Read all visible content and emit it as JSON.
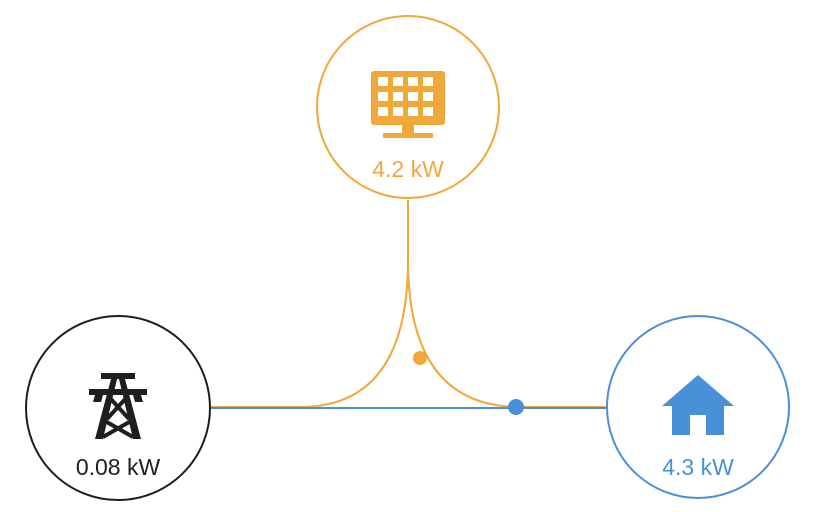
{
  "nodes": {
    "solar": {
      "value": "4.2 kW",
      "icon": "solar-panel-icon",
      "color": "#f1a83a"
    },
    "grid": {
      "value": "0.08 kW",
      "icon": "transmission-tower-icon",
      "color": "#1e1e1e"
    },
    "home": {
      "value": "4.3 kW",
      "icon": "home-icon",
      "color": "#4a90d9"
    }
  },
  "flows": {
    "solar_to_grid": {
      "color": "#f1a83a"
    },
    "solar_to_home": {
      "color": "#f1a83a"
    },
    "grid_to_home": {
      "color": "#4a90d9"
    }
  }
}
